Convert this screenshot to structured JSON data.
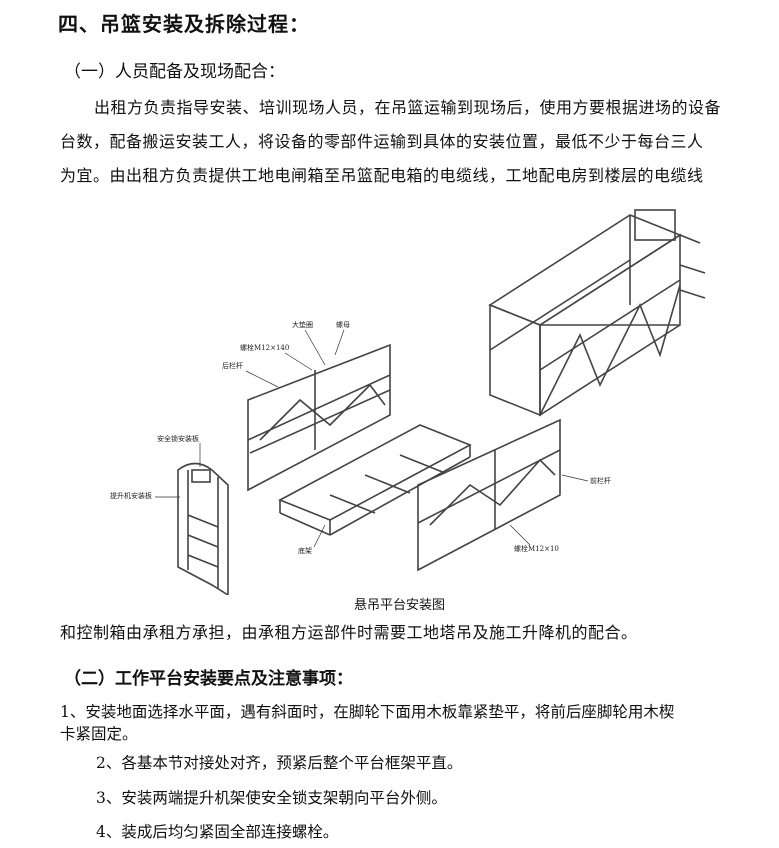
{
  "section": {
    "title": "四、吊篮安装及拆除过程：",
    "sub1": "（一）人员配备及现场配合：",
    "para1": [
      "出租方负责指导安装、培训现场人员，在吊篮运输到现场后，使用方要根据进场的设备",
      "台数，配备搬运安装工人，将设备的零部件运输到具体的安装位置，最低不少于每台三人",
      "为宜。由出租方负责提供工地电闸箱至吊篮配电箱的电缆线，工地配电房到楼层的电缆线"
    ],
    "para2": "和控制箱由承租方承担，由承租方运部件时需要工地塔吊及施工升降机的配合。",
    "sub2": "（二）工作平台安装要点及注意事项：",
    "items": [
      "1、安装地面选择水平面，遇有斜面时，在脚轮下面用木板靠紧垫平，将前后座脚轮用木楔",
      "卡紧固定。",
      "2、各基本节对接处对齐，预紧后整个平台框架平直。",
      "3、安装两端提升机架使安全锁支架朝向平台外侧。",
      "4、装成后均匀紧固全部连接螺栓。"
    ]
  },
  "figure": {
    "caption": "悬吊平台安装图",
    "labels": {
      "big_washer": "大垫圈",
      "nut": "螺母",
      "bolt_140": "螺栓M12×140",
      "rear_rail": "后栏杆",
      "lock_plate": "安全锁安装板",
      "hoist_plate": "提升机安装板",
      "base": "底架",
      "front_rail": "前栏杆",
      "bolt_10": "螺栓M12×10"
    }
  }
}
